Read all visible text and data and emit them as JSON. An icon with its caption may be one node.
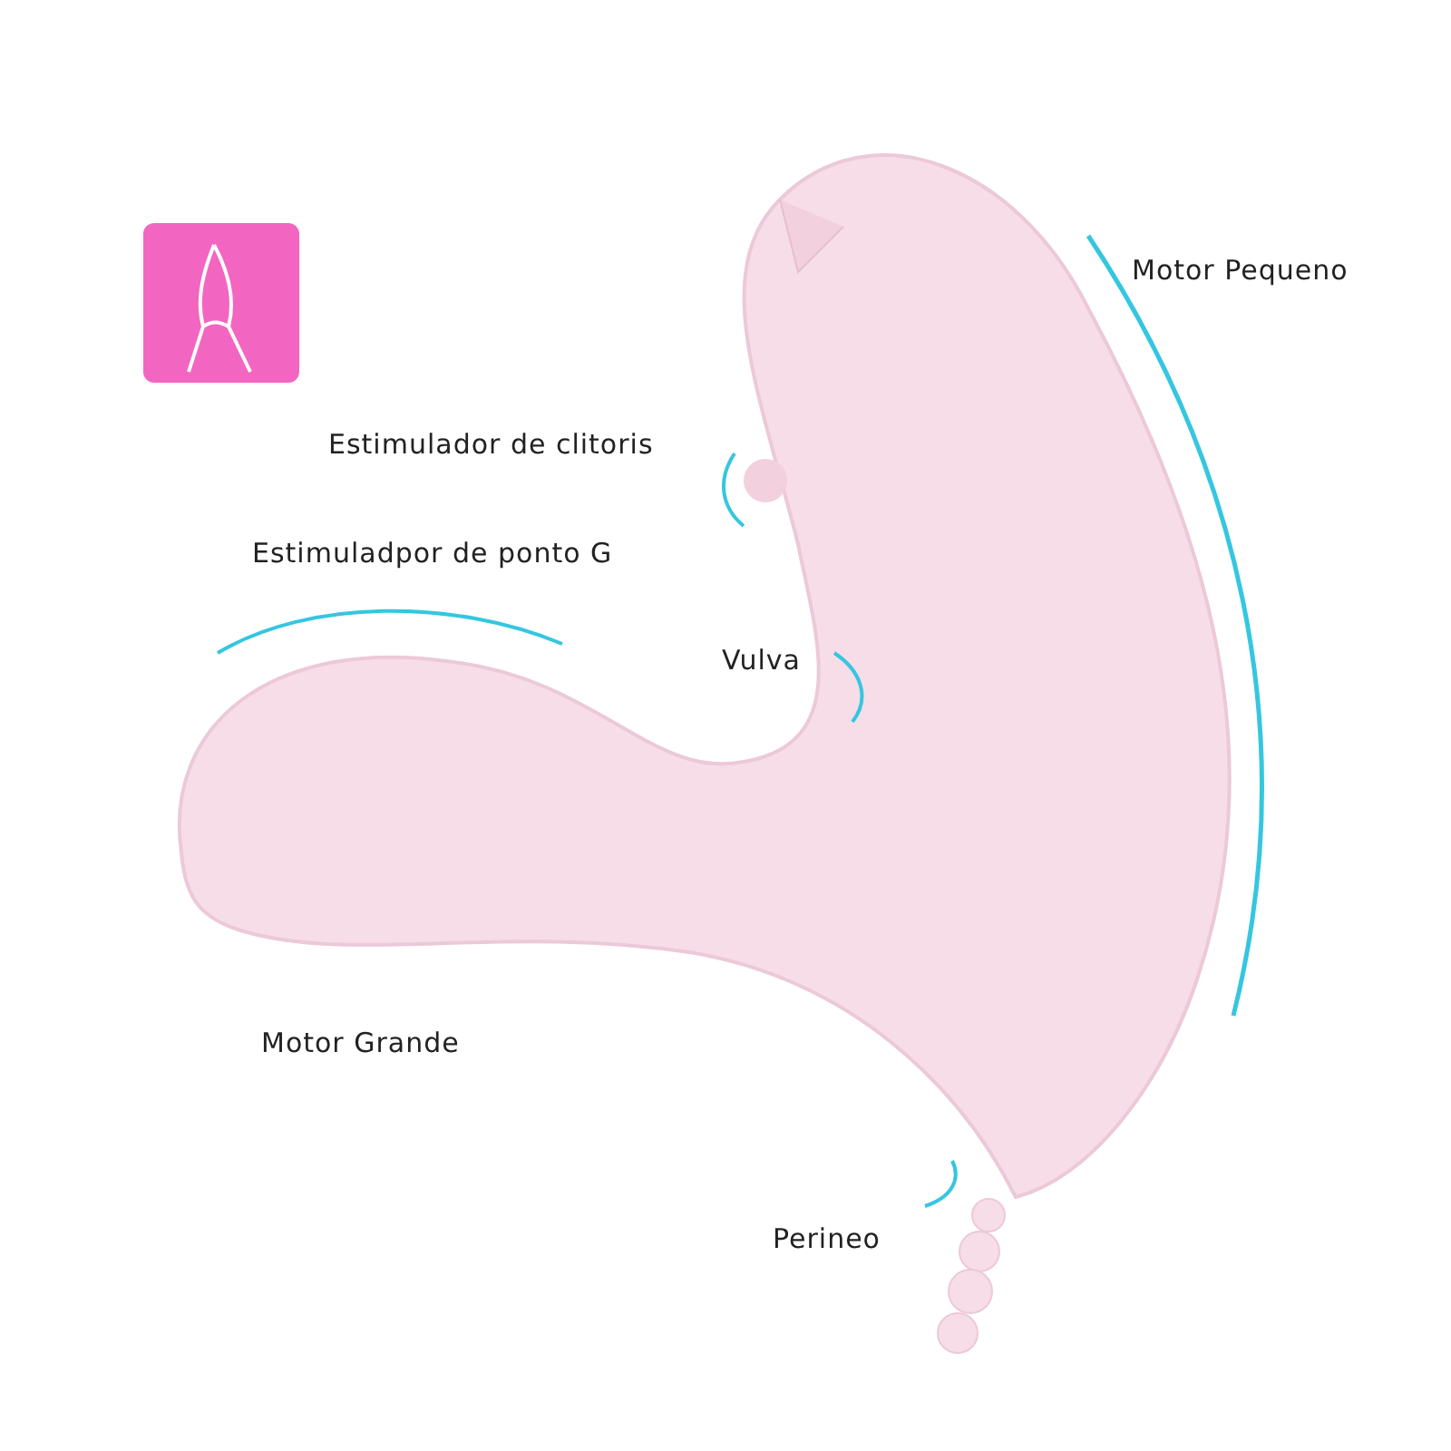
{
  "diagram": {
    "labels": [
      "Motor Pequeno",
      "Estimulador de clitoris",
      "Estimuladpor de ponto G",
      "Vulva",
      "Motor Grande",
      "Perineo"
    ]
  }
}
